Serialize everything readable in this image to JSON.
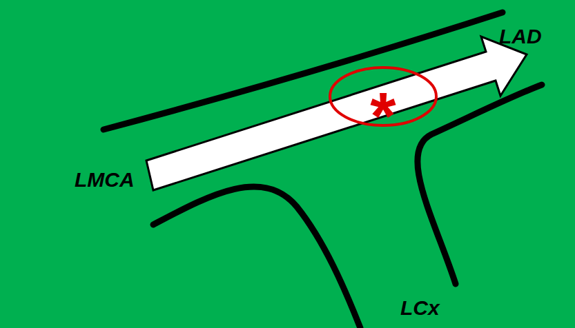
{
  "diagram": {
    "nodes": [
      {
        "text": [
          "*"
        ]
      }
    ],
    "labels": [
      "LMCA",
      "LAD",
      "LCx"
    ]
  }
}
